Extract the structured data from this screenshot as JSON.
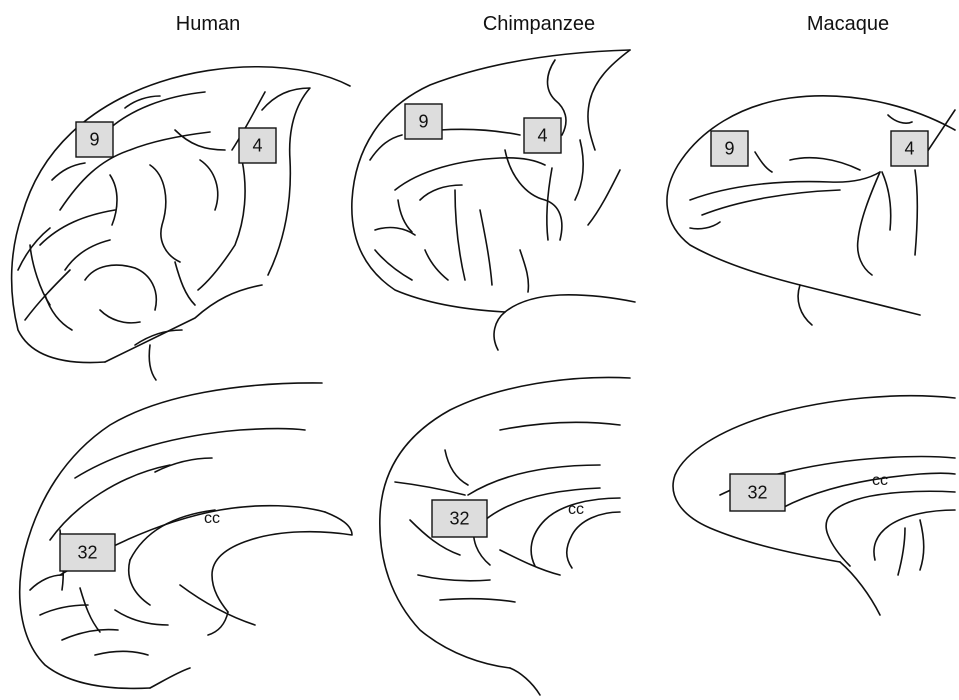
{
  "species": {
    "human": "Human",
    "chimpanzee": "Chimpanzee",
    "macaque": "Macaque"
  },
  "areas": {
    "area9": "9",
    "area4": "4",
    "area32": "32"
  },
  "structures": {
    "corpus_callosum": "cc"
  },
  "colors": {
    "box_fill": "#dddddd",
    "line": "#111111",
    "background": "#ffffff"
  }
}
